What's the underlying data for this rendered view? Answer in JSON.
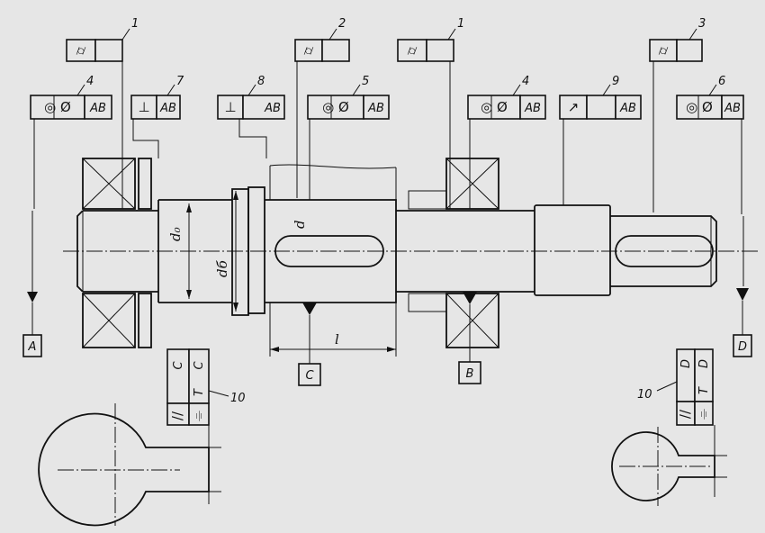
{
  "frames": [
    {
      "id": "f1a",
      "symbol": "⌭",
      "base": "",
      "number": "1"
    },
    {
      "id": "f2",
      "symbol": "⌭",
      "base": "",
      "number": "2"
    },
    {
      "id": "f1b",
      "symbol": "⌭",
      "base": "",
      "number": "1"
    },
    {
      "id": "f3",
      "symbol": "⌭",
      "base": "",
      "number": "3"
    },
    {
      "id": "f4a",
      "symbol": "◎ Ø",
      "base": "AB",
      "number": "4"
    },
    {
      "id": "f7",
      "symbol": "⊥",
      "base": "AB",
      "number": "7"
    },
    {
      "id": "f8",
      "symbol": "⊥",
      "base": "AB",
      "number": "8"
    },
    {
      "id": "f5",
      "symbol": "◎ Ø",
      "base": "AB",
      "number": "5"
    },
    {
      "id": "f4b",
      "symbol": "◎ Ø",
      "base": "AB",
      "number": "4"
    },
    {
      "id": "f9",
      "symbol": "↗",
      "base": "AB",
      "number": "9"
    },
    {
      "id": "f6",
      "symbol": "◎ Ø",
      "base": "AB",
      "number": "6"
    }
  ],
  "datums": [
    "A",
    "C",
    "B",
    "D"
  ],
  "dimensions": {
    "d0": "d₀",
    "db": "dб",
    "d": "d",
    "l": "l"
  },
  "keyway_left": {
    "cols": [
      "C",
      "C"
    ],
    "symbols": [
      "//",
      "⌯"
    ],
    "t": "T",
    "number": "10"
  },
  "keyway_right": {
    "cols": [
      "D",
      "D"
    ],
    "symbols": [
      "//",
      "⌯"
    ],
    "t": "T",
    "number": "10"
  }
}
